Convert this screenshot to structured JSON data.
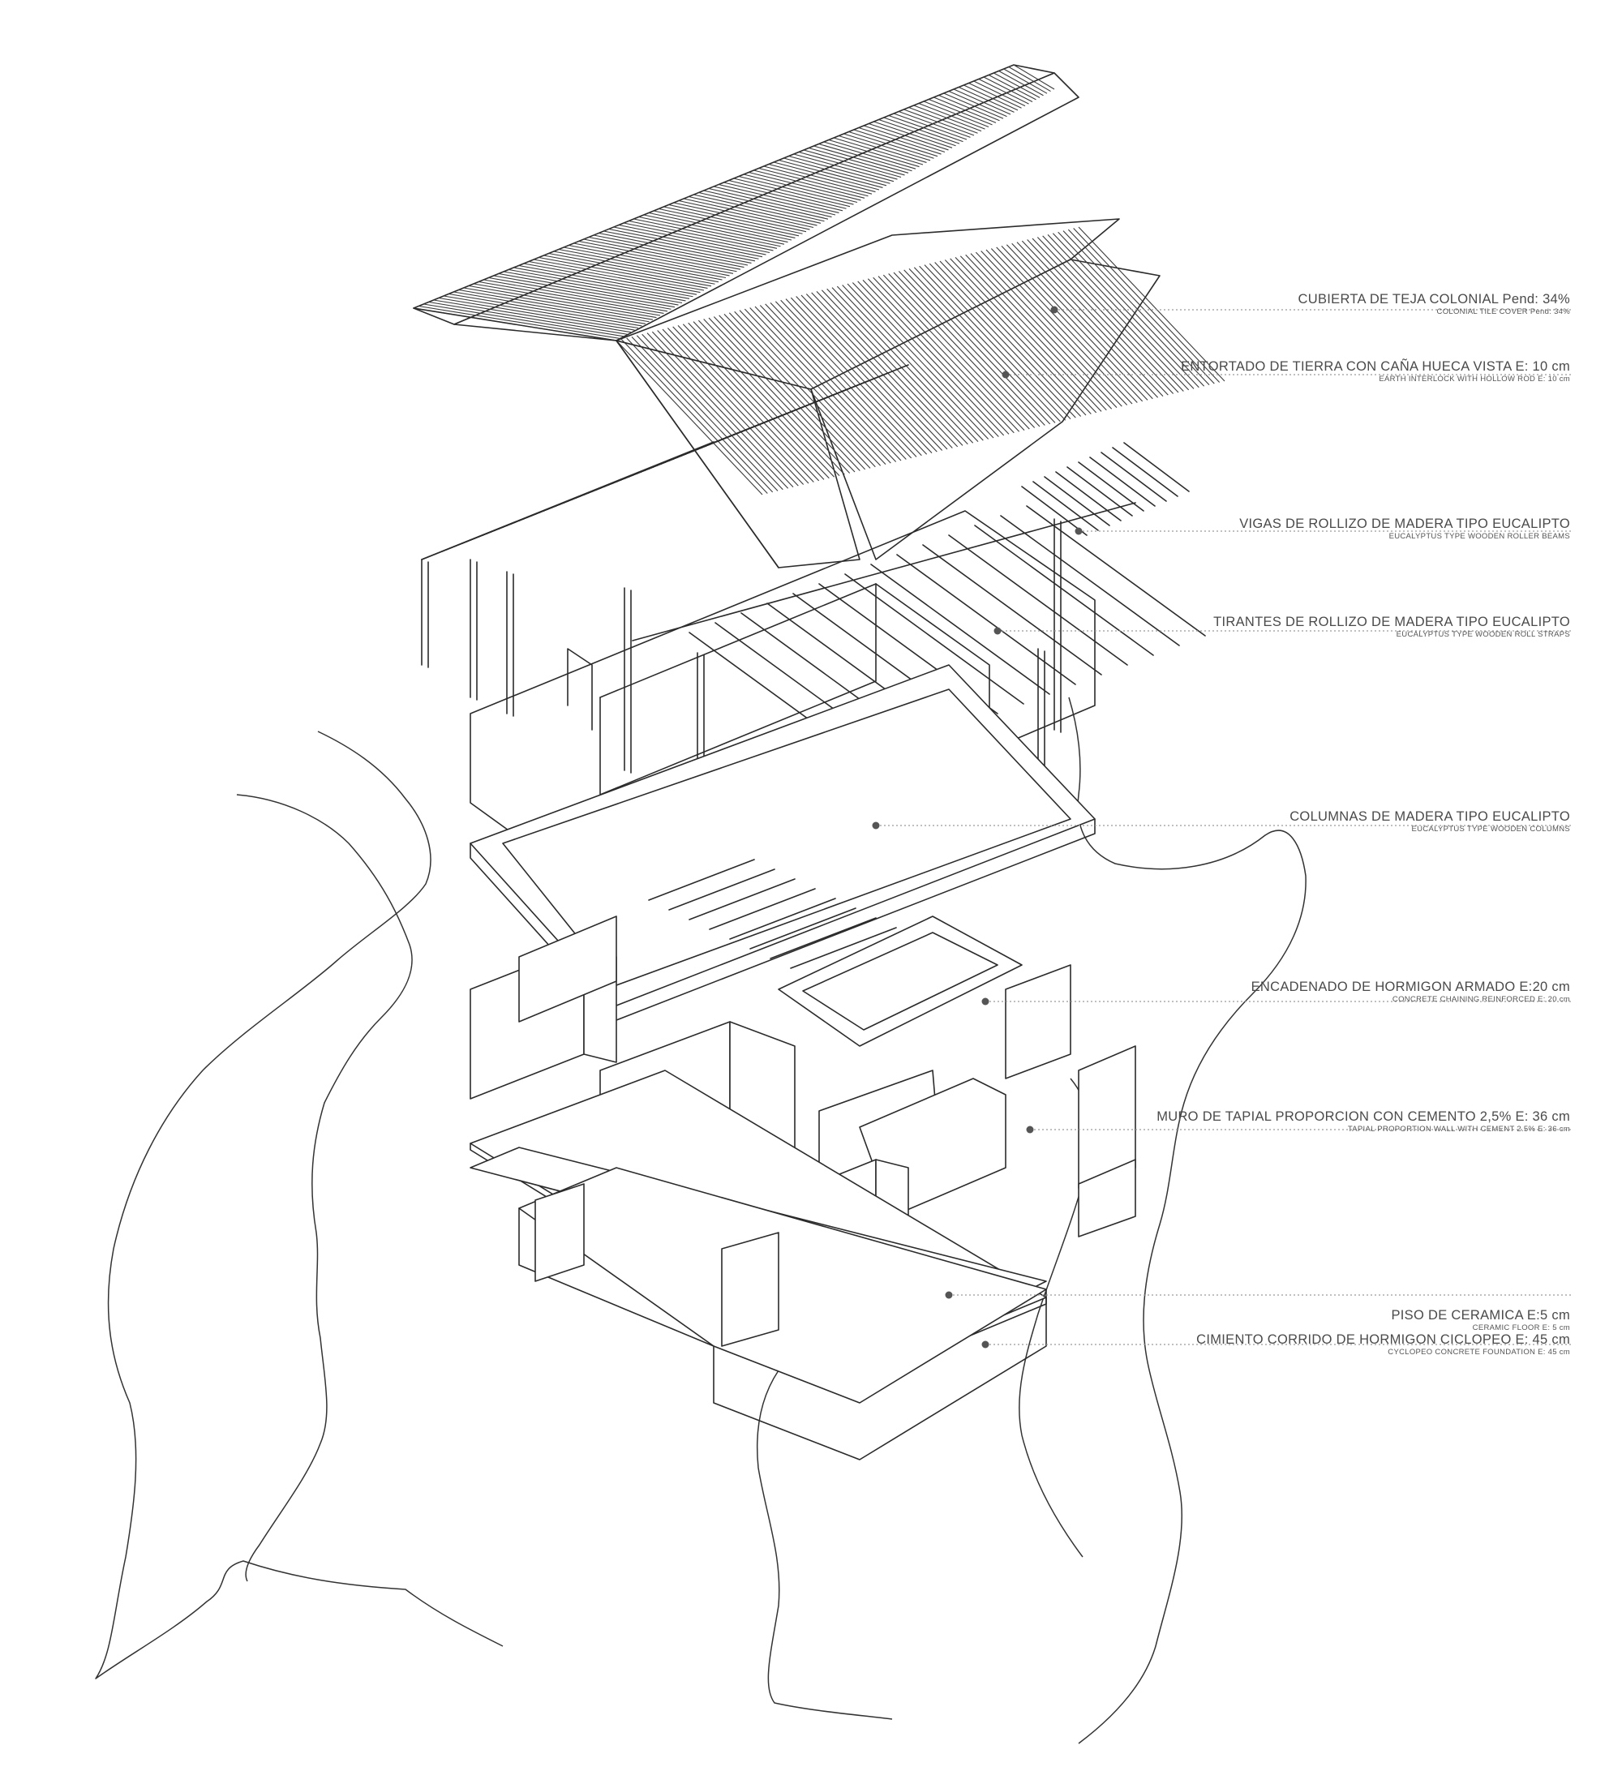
{
  "labels": [
    {
      "es": "CUBIERTA DE TEJA COLONIAL Pend: 34%",
      "en": "COLONIAL TILE COVER Pend: 34%"
    },
    {
      "es": "ENTORTADO DE TIERRA CON CAÑA HUECA VISTA E: 10 cm",
      "en": "EARTH INTERLOCK WITH HOLLOW ROD E: 10 cm"
    },
    {
      "es": "VIGAS DE ROLLIZO DE MADERA TIPO EUCALIPTO",
      "en": "EUCALYPTUS TYPE WOODEN ROLLER BEAMS"
    },
    {
      "es": "TIRANTES DE ROLLIZO DE MADERA TIPO EUCALIPTO",
      "en": "EUCALYPTUS TYPE WOODEN ROLL STRAPS"
    },
    {
      "es": "COLUMNAS DE MADERA TIPO EUCALIPTO",
      "en": "EUCALYPTUS TYPE WOODEN COLUMNS"
    },
    {
      "es": "ENCADENADO DE HORMIGON ARMADO E:20 cm",
      "en": "CONCRETE CHAINING REINFORCED E: 20 cm"
    },
    {
      "es": "MURO DE TAPIAL PROPORCION CON CEMENTO 2,5% E: 36 cm",
      "en": "TAPIAL PROPORTION WALL WITH CEMENT 2.5% E: 36 cm"
    },
    {
      "es": "PISO DE CERAMICA E:5 cm",
      "en": "CERAMIC FLOOR E: 5 cm"
    },
    {
      "es": "CIMIENTO CORRIDO DE HORMIGON CICLOPEO E: 45 cm",
      "en": "CYCLOPEO CONCRETE FOUNDATION E: 45 cm"
    }
  ]
}
